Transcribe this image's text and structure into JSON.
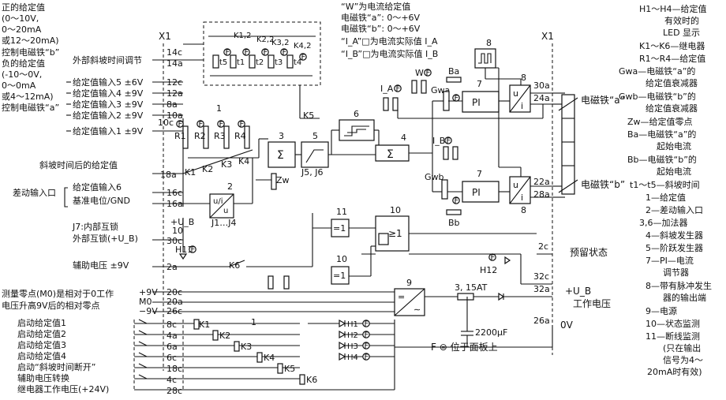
{
  "left_block": {
    "lines": [
      "正的给定值",
      "(0～10V,",
      " 0～20mA",
      "或12～20mA)",
      "控制电磁铁“b”",
      "负的给定值",
      "(-10～0V,",
      " 0～0mA",
      "或4～12mA)",
      "控制电磁铁“a”"
    ]
  },
  "top_note": {
    "lines": [
      "“W”为电流给定值",
      "电磁铁“a”: 0～+6V",
      "电磁铁“b”: 0～+6V",
      "“I_A”□为电流实际值 I_A",
      "“I_B”□为电流实际值 I_B"
    ]
  },
  "terminal_labels": {
    "x1_left": "X1",
    "x1_right": "X1"
  },
  "input_labels": {
    "ramp_adjust": "外部斜坡时间调节",
    "in5": "给定值输入5 ±6V",
    "in4": "给定值输入4 ±9V",
    "in3": "给定值输入3 ±9V",
    "in2": "给定值输入2 ±9V",
    "in1": "给定值输入1 ±9V",
    "after_ramp": "斜坡时间后的给定值",
    "diff_input": "差动输入口",
    "in6": "给定值输入6",
    "ref_gnd": "基准电位/GND",
    "j7_interlock": "J7:内部互锁",
    "ext_interlock": "外部互锁(+U_B)",
    "aux_voltage": "辅助电压 ±9V",
    "m0_note_1": "测量零点(M0)是相对于0工作",
    "m0_note_2": "电压升高9V后的相对零点",
    "plus9": "+9V",
    "m0": "M0",
    "minus9": "−9V",
    "start1": "启动给定值1",
    "start2": "启动给定值2",
    "start3": "启动给定值3",
    "start4": "启动给定值4",
    "start_ramp_off": "启动“斜坡时间断开”",
    "aux_switch": "辅助电压转换",
    "relay_voltage": "继电器工作电压(+24V)"
  },
  "pins_left": [
    "14c",
    "14a",
    "12c",
    "12a",
    "8a",
    "10a",
    "10c",
    "18a",
    "16c",
    "16a",
    "30c",
    "2a",
    "20c",
    "20a",
    "26c",
    "8c",
    "4a",
    "6a",
    "6c",
    "18c",
    "4c",
    "28c"
  ],
  "pins_right": [
    "30a",
    "24a",
    "22a",
    "28a",
    "2c",
    "32c",
    "32a",
    "26a"
  ],
  "components": {
    "R": [
      "R1",
      "R2",
      "R3",
      "R4"
    ],
    "K_top": [
      "K1,2",
      "K2,2",
      "K3,2",
      "K4,2"
    ],
    "t": [
      "t5",
      "t1",
      "t2",
      "t3",
      "t4"
    ],
    "K_mid": [
      "K1",
      "K2",
      "K3",
      "K4",
      "K5"
    ],
    "block_nums": [
      "1",
      "2",
      "3",
      "4",
      "5",
      "6",
      "7",
      "7",
      "8",
      "8",
      "9",
      "10",
      "10",
      "11"
    ],
    "sum": "Σ",
    "pi": "PI",
    "j5j6": "J5, J6",
    "j1j4": "J1…J4",
    "zw": "Zw",
    "gwa": "Gwa",
    "gwb": "Gwb",
    "ba": "Ba",
    "bb": "Bb",
    "w": "W",
    "ia": "I_A",
    "ib": "I_B",
    "ui": "u/i",
    "eq1": "=1",
    "geq1": "≥1",
    "h11": "H11",
    "h12": "H12",
    "k6": "K6",
    "fuse": "3, 15AT",
    "cap": "2200μF",
    "ub": "+U_B",
    "h_leds": [
      "H1",
      "H2",
      "H3",
      "H4"
    ],
    "k_relays": [
      "K1",
      "K2",
      "K3",
      "K4",
      "K5",
      "K6"
    ],
    "f_badge": "F"
  },
  "right_inner": {
    "magnet_a": "电磁铁“a”",
    "magnet_b": "电磁铁“b”",
    "reserved": "预留状态",
    "ub": "+U_B",
    "work_voltage": "工作电压",
    "zero_v": "0V",
    "panel_note": "F ⊜ 位于面板上"
  },
  "legend": {
    "lines": [
      "H1～H4—给定值",
      "有效时的",
      "LED 显示",
      "K1～K6—继电器",
      "R1～R4—给定值",
      "Gwa—电磁铁“a”的",
      "给定值衰减器",
      "Gwb—电磁铁“b”的",
      "给定值衰减器",
      "Zw—给定值零点",
      "Ba—电磁铁“a”的",
      "起始电流",
      "Bb—电磁铁“b”的",
      "起始电流",
      "t1～t5—斜坡时间",
      "1—给定值",
      "2—差动输入口",
      "3,6—加法器",
      "4—斜坡发生器",
      "5—阶跃发生器",
      "7—PI—电流",
      "调节器",
      "8—带有脉冲发生",
      "器的输出端",
      "9—电源",
      "10—状态监测",
      "11—断线监测",
      "(只在输出",
      "信号为4～",
      "20mA时有效)"
    ]
  }
}
